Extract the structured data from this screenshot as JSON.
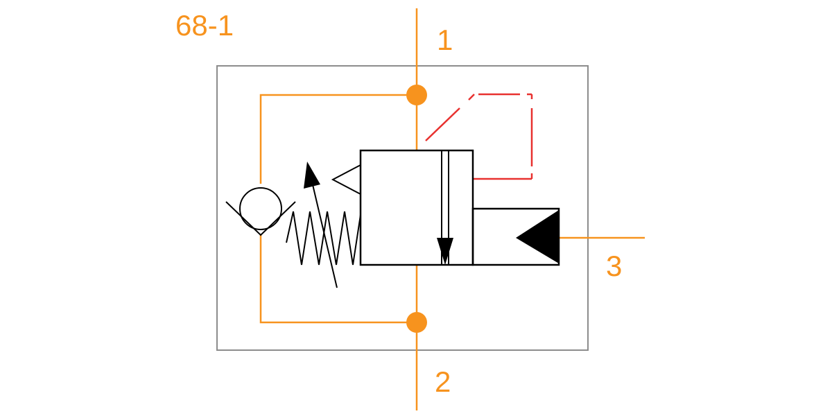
{
  "diagram": {
    "title": "68-1",
    "ports": {
      "port_1": "1",
      "port_2": "2",
      "port_3": "3"
    }
  },
  "colors": {
    "hydraulic_line": "#f7931e",
    "pilot_line": "#e8312f",
    "symbol": "#000000",
    "housing": "#8c8c8c",
    "background": "#ffffff"
  },
  "icons": [
    "check-valve-icon",
    "adjustable-spring-icon",
    "valve-spool-icon",
    "pilot-actuator-icon"
  ]
}
